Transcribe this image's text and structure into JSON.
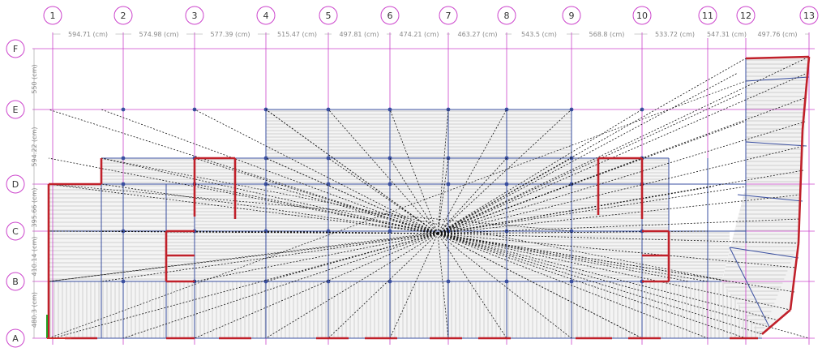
{
  "model_view": {
    "grid_columns": [
      "1",
      "2",
      "3",
      "4",
      "5",
      "6",
      "7",
      "8",
      "9",
      "10",
      "11",
      "12",
      "13"
    ],
    "grid_rows": [
      "F",
      "E",
      "D",
      "C",
      "B",
      "A"
    ],
    "column_spacings": [
      "594.71 (cm)",
      "574.98 (cm)",
      "577.39 (cm)",
      "515.47 (cm)",
      "497.81 (cm)",
      "474.21 (cm)",
      "463.27 (cm)",
      "543.5 (cm)",
      "568.8 (cm)",
      "533.72 (cm)",
      "547.31 (cm)",
      "497.76 (cm)"
    ],
    "row_spacings": [
      "550 (cm)",
      "594.22 (cm)",
      "395.66 (cm)",
      "410.14 (cm)",
      "480.3 (cm)"
    ],
    "colors": {
      "grid": "#cc44cc",
      "beam": "#3a4fa0",
      "wall": "#c0202a",
      "link": "#111111",
      "slab": "#cfcfcf",
      "origin_x": "#d03030",
      "origin_y": "#20a020"
    }
  }
}
